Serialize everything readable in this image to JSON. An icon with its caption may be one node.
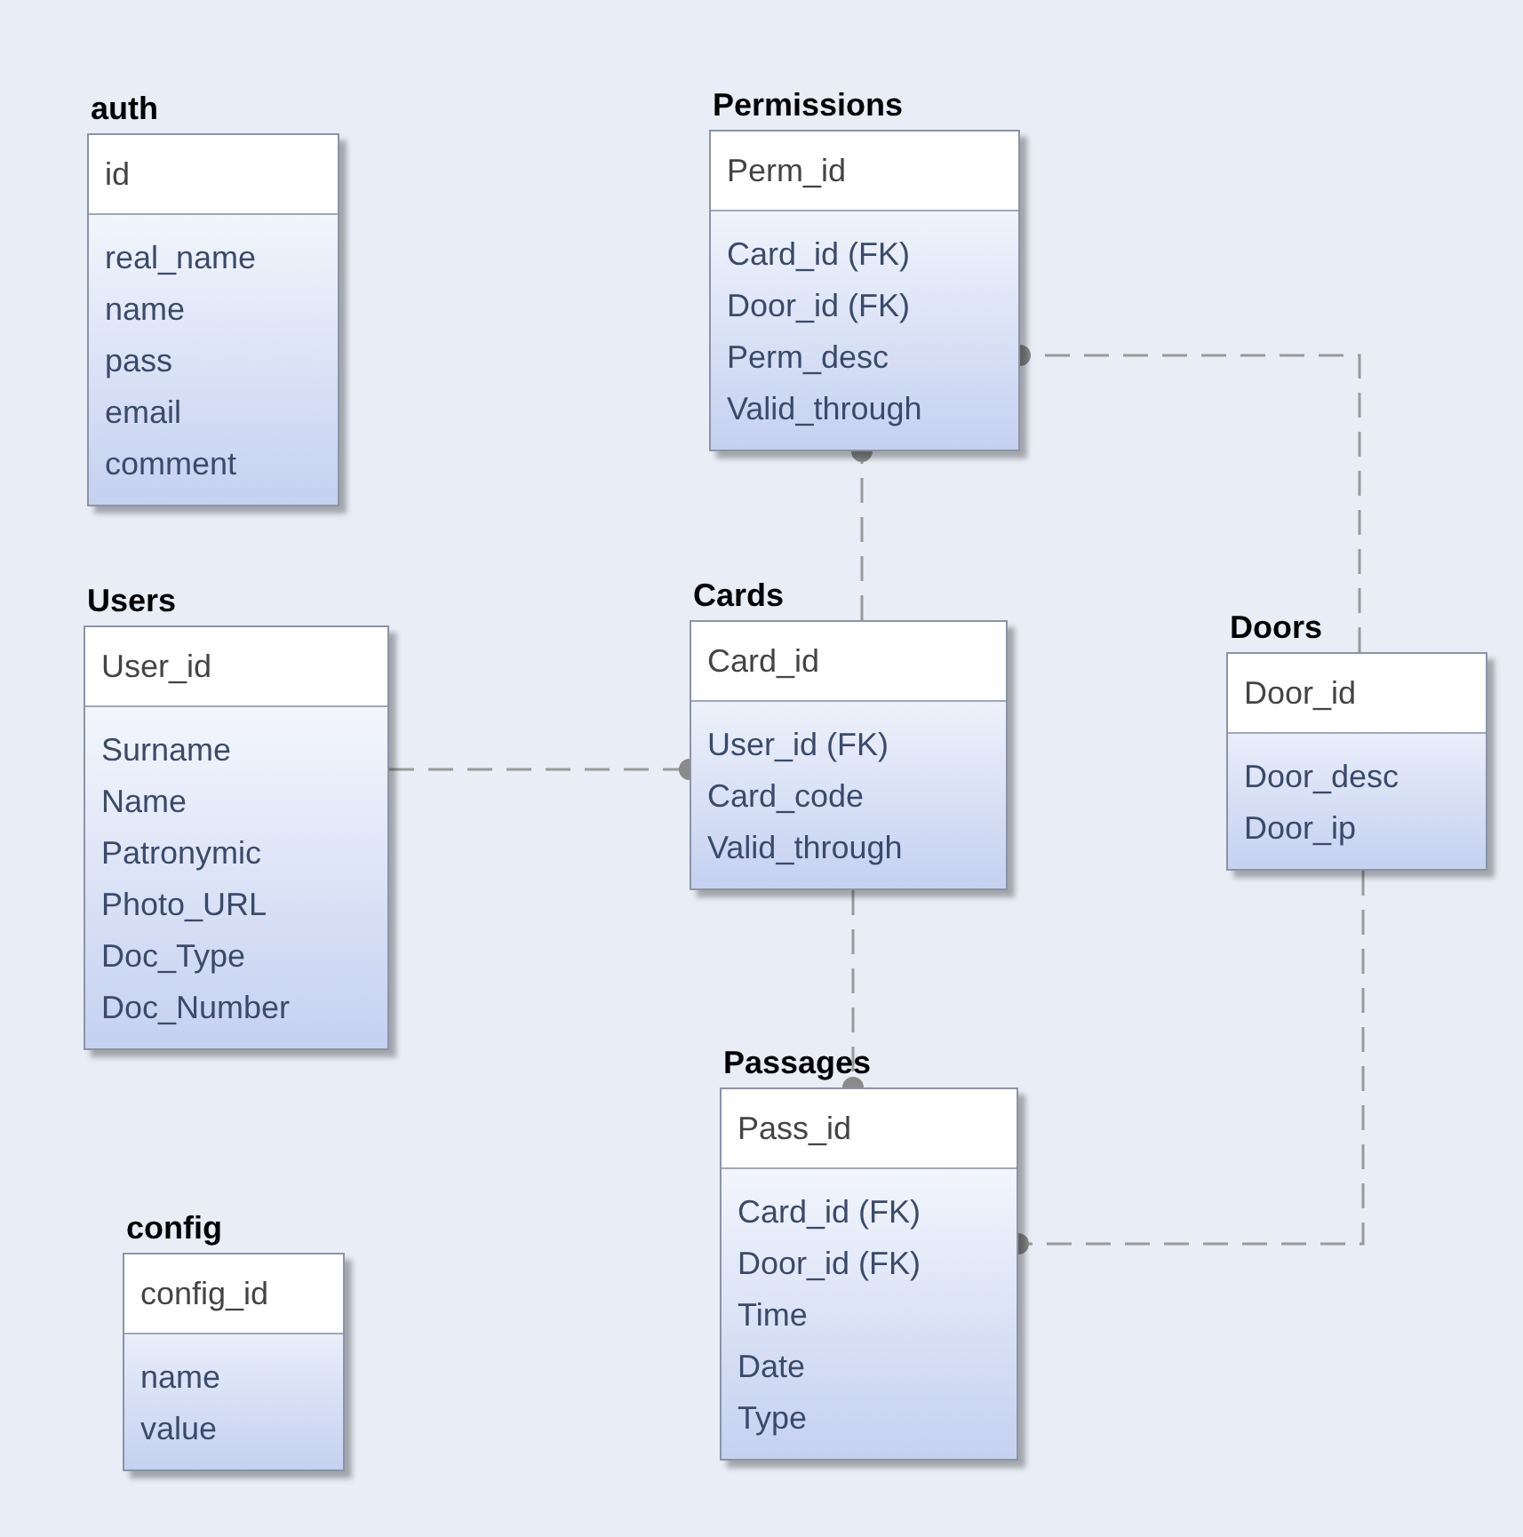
{
  "diagram": {
    "nodes": [
      {
        "text": [
          "auth",
          "id",
          "real_name",
          "name",
          "pass",
          "email",
          "comment"
        ]
      },
      {
        "text": [
          "Permissions",
          "Perm_id",
          "Card_id (FK)",
          "Door_id (FK)",
          "Perm_desc",
          "Valid_through"
        ]
      },
      {
        "text": [
          "Users",
          "User_id",
          "Surname",
          "Name",
          "Patronymic",
          "Photo_URL",
          "Doc_Type",
          "Doc_Number"
        ]
      },
      {
        "text": [
          "Cards",
          "Card_id",
          "User_id (FK)",
          "Card_code",
          "Valid_through"
        ]
      },
      {
        "text": [
          "Doors",
          "Door_id",
          "Door_desc",
          "Door_ip"
        ]
      },
      {
        "text": [
          "Passages",
          "Pass_id",
          "Card_id (FK)",
          "Door_id (FK)",
          "Time",
          "Date",
          "Type"
        ]
      },
      {
        "text": [
          "config",
          "config_id",
          "name",
          "value"
        ]
      }
    ],
    "edges": [
      {
        "from": 2,
        "to": 3,
        "arrow": "other",
        "style": "dashed"
      },
      {
        "from": 3,
        "to": 1,
        "arrow": "other",
        "style": "dashed"
      },
      {
        "from": 3,
        "to": 5,
        "arrow": "other",
        "style": "dashed"
      },
      {
        "from": 4,
        "to": 1,
        "arrow": "other",
        "style": "dashed"
      },
      {
        "from": 4,
        "to": 5,
        "arrow": "other",
        "style": "dashed"
      }
    ]
  }
}
